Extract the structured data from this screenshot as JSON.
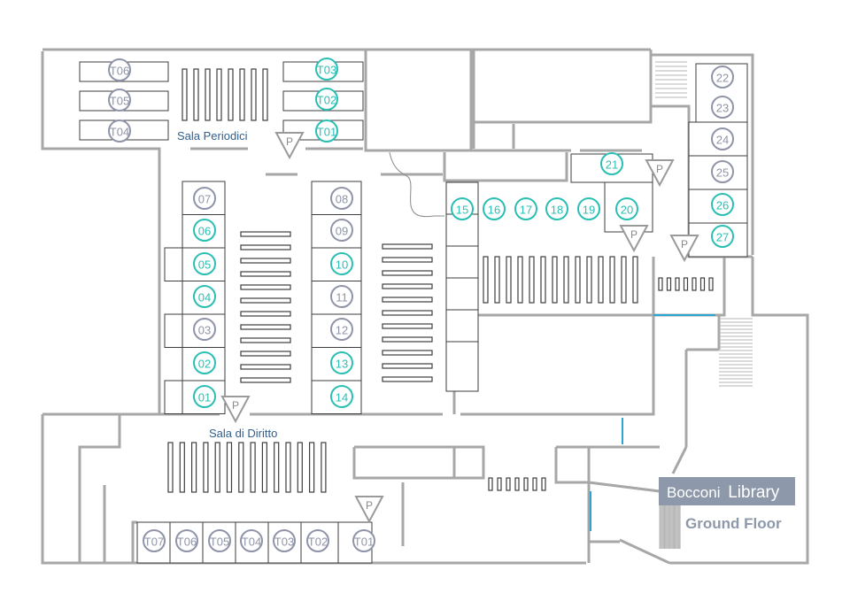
{
  "colors": {
    "available": "#2bbfb3",
    "occupied": "#8f94a8",
    "wall": "#a7a7a7",
    "door": "#2ba6d0",
    "label": "#2f5f8f",
    "brand": "#8d99aa"
  },
  "rooms": {
    "periodici": "Sala Periodici",
    "diritto": "Sala di Diritto"
  },
  "title": {
    "brand_part1": "Bocconi",
    "brand_part2": "Library",
    "floor": "Ground Floor"
  },
  "parking_marker": "P",
  "seats": [
    {
      "id": "T06",
      "label": "T06",
      "available": false
    },
    {
      "id": "T05",
      "label": "T05",
      "available": false
    },
    {
      "id": "T04",
      "label": "T04",
      "available": false
    },
    {
      "id": "T03",
      "label": "T03",
      "available": true
    },
    {
      "id": "T02",
      "label": "T02",
      "available": true
    },
    {
      "id": "T01",
      "label": "T01",
      "available": true
    },
    {
      "id": "07",
      "label": "07",
      "available": false
    },
    {
      "id": "06",
      "label": "06",
      "available": true
    },
    {
      "id": "05",
      "label": "05",
      "available": true
    },
    {
      "id": "04",
      "label": "04",
      "available": true
    },
    {
      "id": "03",
      "label": "03",
      "available": false
    },
    {
      "id": "02",
      "label": "02",
      "available": true
    },
    {
      "id": "01",
      "label": "01",
      "available": true
    },
    {
      "id": "08",
      "label": "08",
      "available": false
    },
    {
      "id": "09",
      "label": "09",
      "available": false
    },
    {
      "id": "10",
      "label": "10",
      "available": true
    },
    {
      "id": "11",
      "label": "11",
      "available": false
    },
    {
      "id": "12",
      "label": "12",
      "available": false
    },
    {
      "id": "13",
      "label": "13",
      "available": true
    },
    {
      "id": "14",
      "label": "14",
      "available": true
    },
    {
      "id": "15",
      "label": "15",
      "available": true
    },
    {
      "id": "16",
      "label": "16",
      "available": true
    },
    {
      "id": "17",
      "label": "17",
      "available": true
    },
    {
      "id": "18",
      "label": "18",
      "available": true
    },
    {
      "id": "19",
      "label": "19",
      "available": true
    },
    {
      "id": "20",
      "label": "20",
      "available": true
    },
    {
      "id": "21",
      "label": "21",
      "available": true
    },
    {
      "id": "22",
      "label": "22",
      "available": false
    },
    {
      "id": "23",
      "label": "23",
      "available": false
    },
    {
      "id": "24",
      "label": "24",
      "available": false
    },
    {
      "id": "25",
      "label": "25",
      "available": false
    },
    {
      "id": "26",
      "label": "26",
      "available": true
    },
    {
      "id": "27",
      "label": "27",
      "available": true
    },
    {
      "id": "DT07",
      "label": "T07",
      "available": false
    },
    {
      "id": "DT06",
      "label": "T06",
      "available": false
    },
    {
      "id": "DT05",
      "label": "T05",
      "available": false
    },
    {
      "id": "DT04",
      "label": "T04",
      "available": false
    },
    {
      "id": "DT03",
      "label": "T03",
      "available": false
    },
    {
      "id": "DT02",
      "label": "T02",
      "available": false
    },
    {
      "id": "DT01",
      "label": "T01",
      "available": false
    }
  ]
}
